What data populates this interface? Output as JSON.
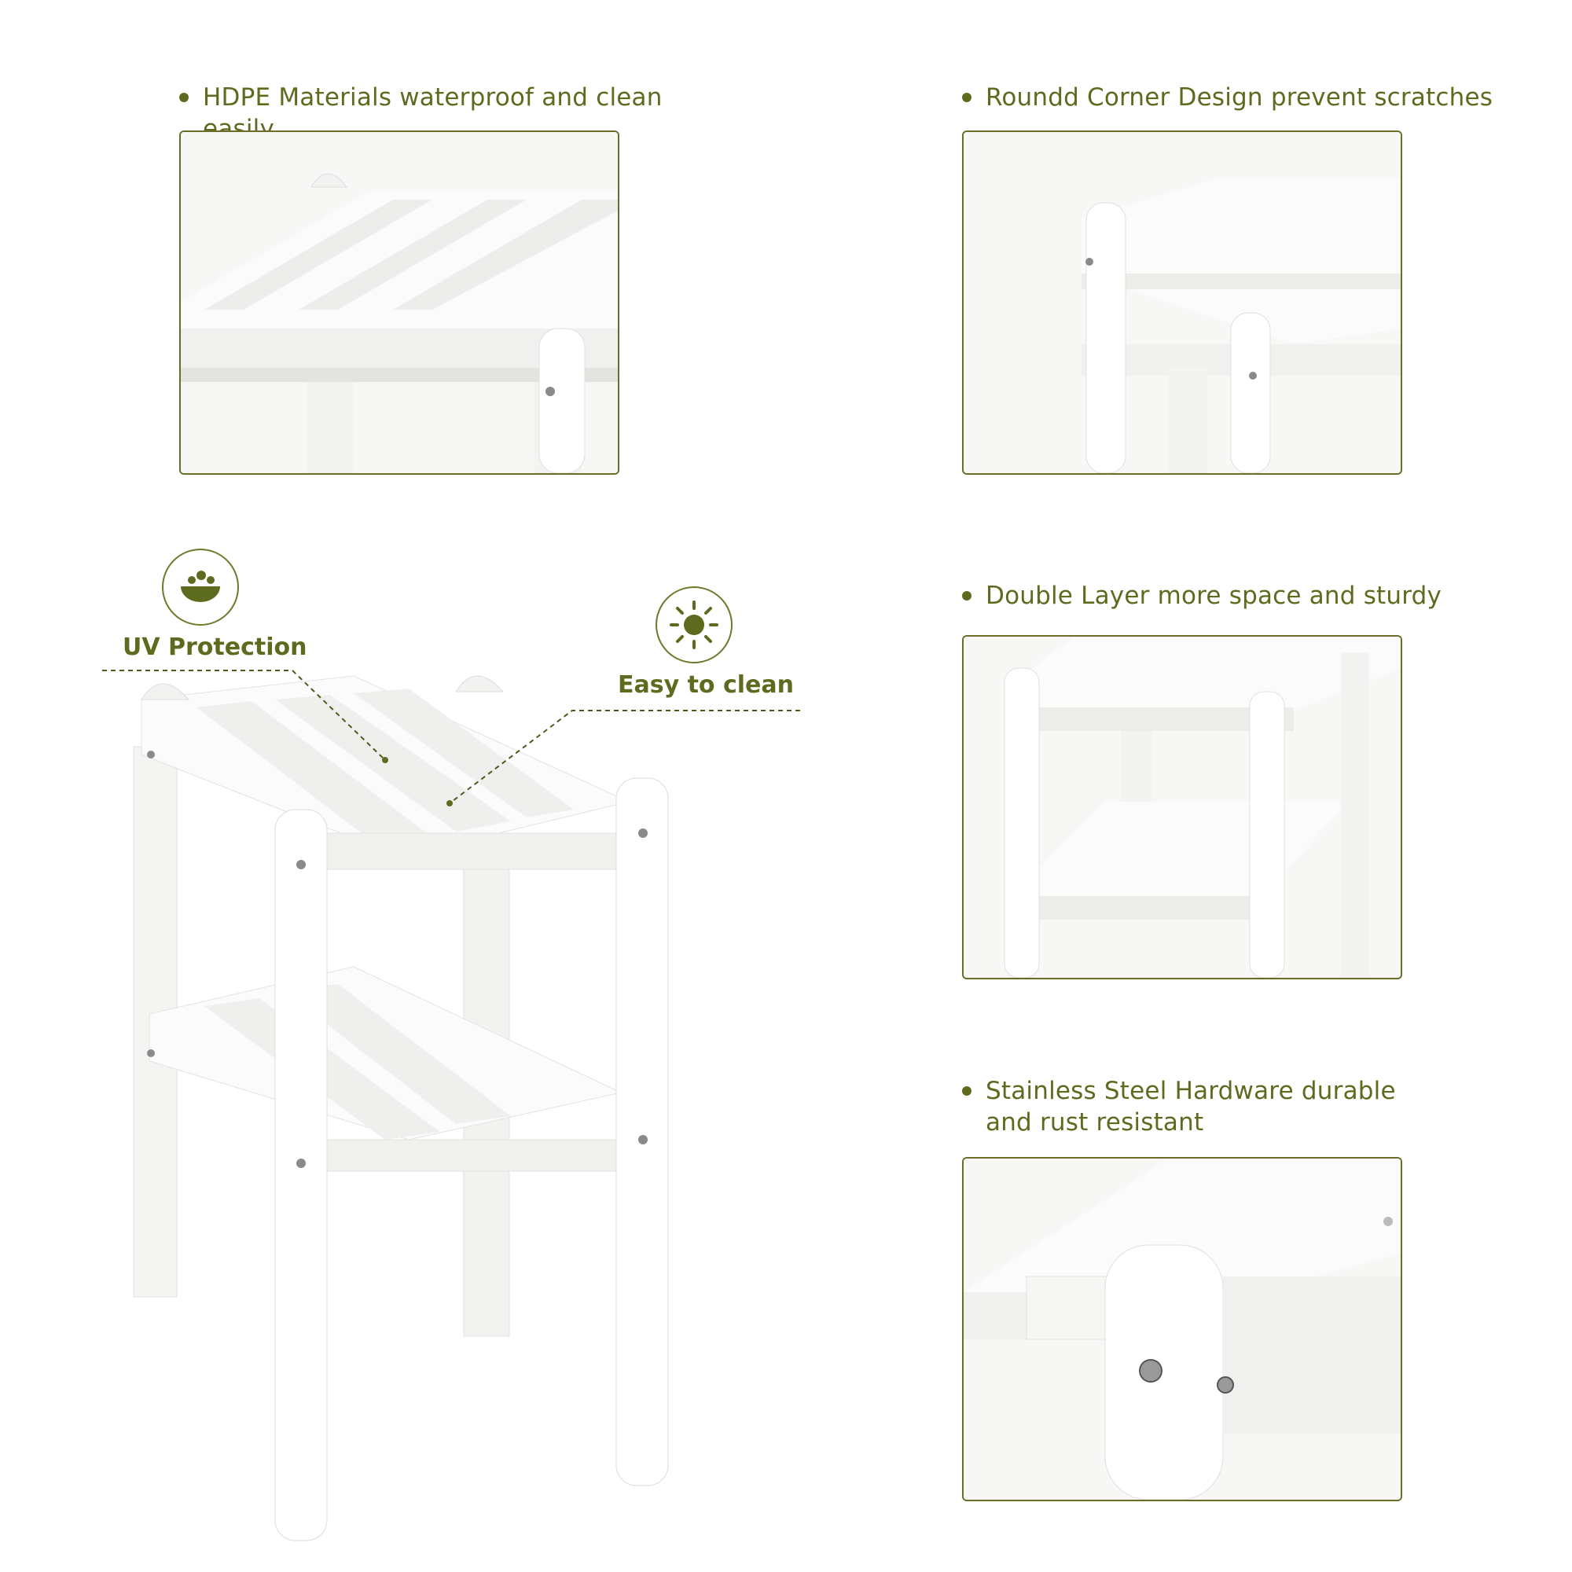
{
  "features": {
    "hdpe": "HDPE Materials waterproof and clean easily",
    "corner": "Roundd Corner Design prevent scratches",
    "double_layer": "Double Layer more space and sturdy",
    "hardware_line1": "Stainless Steel Hardware durable",
    "hardware_line2": "and rust resistant"
  },
  "callouts": {
    "uv": "UV Protection",
    "clean": "Easy to clean"
  },
  "icons": {
    "uv": "bowl-with-drops-icon",
    "clean": "sun-icon"
  },
  "colors": {
    "accent": "#5d6b1f",
    "frame": "#6b6b2a"
  }
}
